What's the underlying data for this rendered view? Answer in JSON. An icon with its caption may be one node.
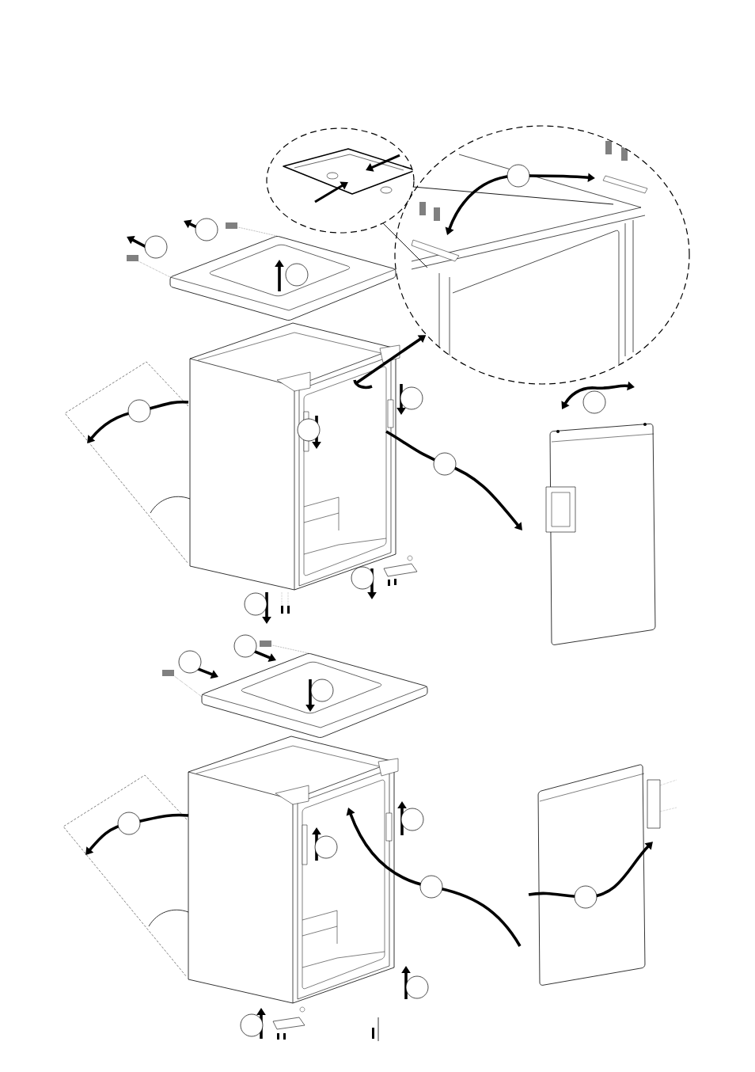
{
  "diagram": {
    "nodes": [
      {
        "text": [],
        "shape": "circle"
      },
      {
        "text": [],
        "shape": "circle"
      },
      {
        "text": [],
        "shape": "circle"
      },
      {
        "text": [],
        "shape": "circle"
      },
      {
        "text": [],
        "shape": "circle"
      },
      {
        "text": [],
        "shape": "circle",
        "in": 1
      },
      {
        "text": [],
        "shape": "circle"
      },
      {
        "text": [],
        "shape": "circle"
      },
      {
        "text": [],
        "shape": "circle"
      },
      {
        "text": [],
        "shape": "circle"
      },
      {
        "text": [],
        "shape": "circle"
      },
      {
        "text": [],
        "shape": "circle"
      },
      {
        "text": [],
        "shape": "circle"
      },
      {
        "text": [],
        "shape": "circle"
      },
      {
        "text": [],
        "shape": "circle"
      },
      {
        "text": [],
        "shape": "circle"
      },
      {
        "text": [],
        "shape": "circle"
      },
      {
        "text": [],
        "shape": "circle"
      },
      {
        "text": [],
        "shape": "circle"
      },
      {
        "text": [],
        "shape": "circle"
      },
      {
        "text": [],
        "shape": "circle"
      },
      {
        "text": [],
        "shape": "circle"
      },
      {
        "text": [],
        "shape": "circle"
      }
    ],
    "edges": [
      {
        "from": 0,
        "to": 1,
        "arrow": "none"
      },
      {
        "from": 0,
        "to": 1,
        "arrow": "none"
      },
      {
        "from": null,
        "to": 1,
        "arrow": "to",
        "style": "thick"
      }
    ]
  }
}
